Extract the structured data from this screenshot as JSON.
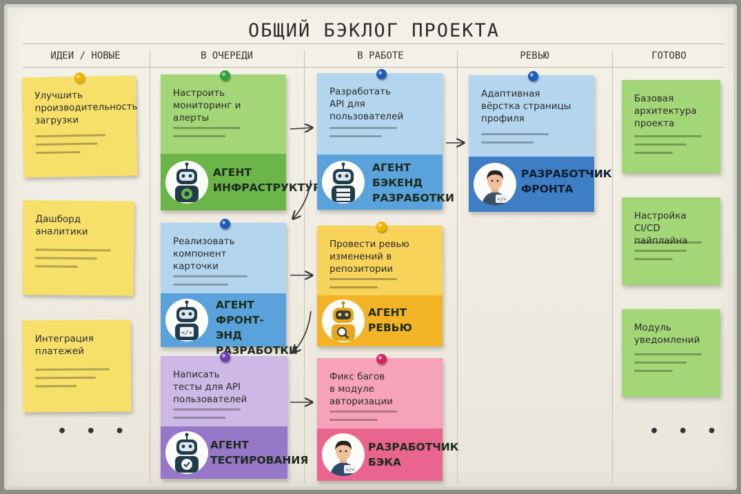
{
  "title": "ОБЩИЙ БЭКЛОГ ПРОЕКТА",
  "columns": [
    "ИДЕИ / НОВЫЕ",
    "В ОЧЕРЕДИ",
    "В РАБОТЕ",
    "РЕВЬЮ",
    "ГОТОВО"
  ],
  "ideas": [
    "Улучшить\nпроизводительность\nзагрузки",
    "Дашборд\nаналитики",
    "Интеграция\nплатежей"
  ],
  "ideas_more": "• • •",
  "queue": [
    {
      "text": "Настроить\nмониторинг и\nалерты",
      "agent": "АГЕНТ\nИНФРАСТРУКТУРЫ"
    },
    {
      "text": "Реализовать\nкомпонент\nкарточки",
      "agent": "АГЕНТ\nФРОНТ-ЭНД\nРАЗРАБОТКИ"
    },
    {
      "text": "Написать\nтесты для API\nпользователей",
      "agent": "АГЕНТ\nТЕСТИРОВАНИЯ"
    }
  ],
  "inwork": [
    {
      "text": "Разработать\nAPI для\nпользователей",
      "agent": "АГЕНТ\nБЭКЕНД\nРАЗРАБОТКИ"
    },
    {
      "text": "Провести ревью\nизменений в\nрепозитории",
      "agent": "АГЕНТ\nРЕВЬЮ"
    },
    {
      "text": "Фикс багов\nв модуле\nавторизации",
      "agent": "РАЗРАБОТЧИК\nБЭКА"
    }
  ],
  "review": [
    {
      "text": "Адаптивная\nвёрстка страницы\nпрофиля",
      "agent": "РАЗРАБОТЧИК\nФРОНТА"
    }
  ],
  "done": [
    "Базовая\nархитектура\nпроекта",
    "Настройка\nCI/CD пайплайна",
    "Модуль\nуведомлений"
  ],
  "done_more": "• • •",
  "colors": {
    "yellow": "#f7e069",
    "green": "#a3d677",
    "blue": "#b3d6ee",
    "amber": "#f7d35a",
    "purple": "#cdb8e6",
    "pink": "#f6a3ba",
    "band_green": "#6bb549",
    "band_blue": "#5aa2db",
    "band_amber": "#f2b325",
    "band_purple": "#9677c8",
    "band_pink": "#e96590",
    "band_dark_blue": "#3e7ec4"
  }
}
